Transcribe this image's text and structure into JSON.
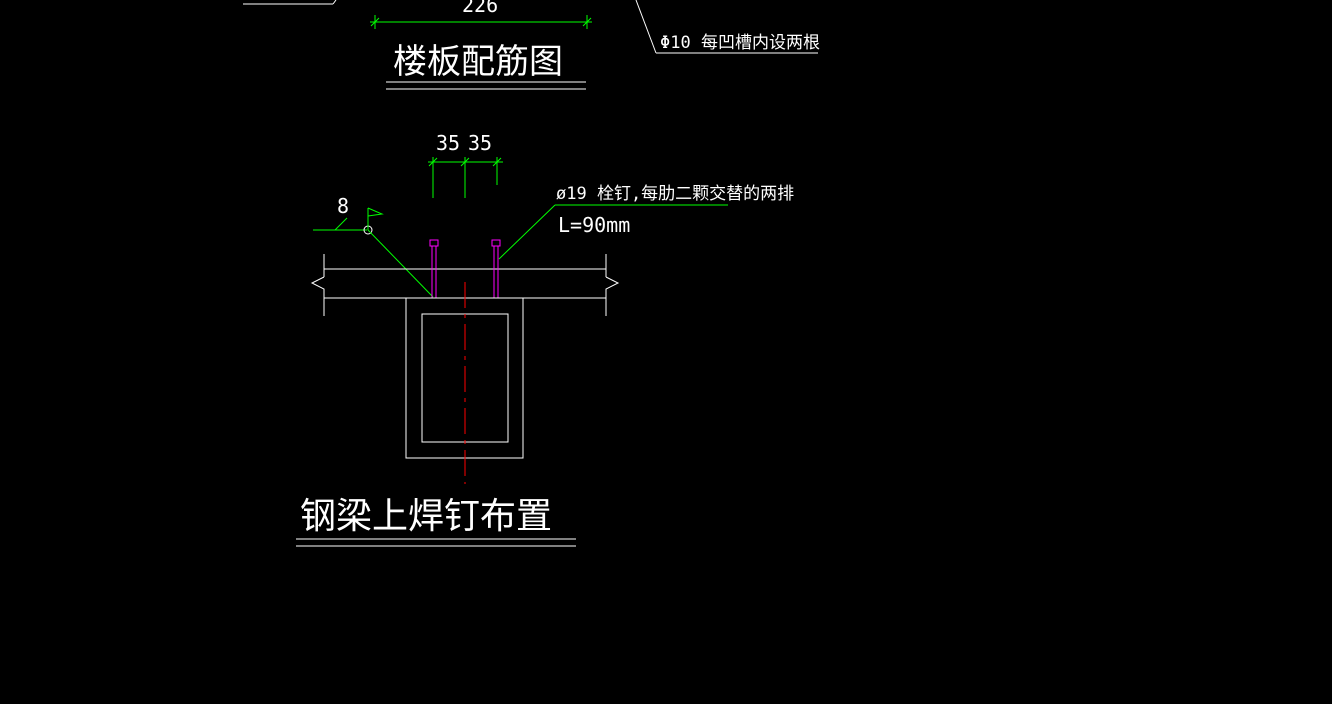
{
  "drawing": {
    "top_dimension": "226",
    "rebar_note": "Φ10 每凹槽内设两根",
    "title_slab": "楼板配筋图",
    "stud_spacing": [
      "35",
      "35"
    ],
    "weld_size": "8",
    "stud_note_line1": "ø19 栓钉,每肋二颗交替的两排",
    "stud_note_line2": "L=90mm",
    "title_beam": "钢梁上焊钉布置"
  },
  "colors": {
    "background": "#000000",
    "line": "#ffffff",
    "dimension": "#00ff00",
    "stud": "#ff00ff",
    "centerline": "#ff0000",
    "leader": "#00ff00"
  }
}
